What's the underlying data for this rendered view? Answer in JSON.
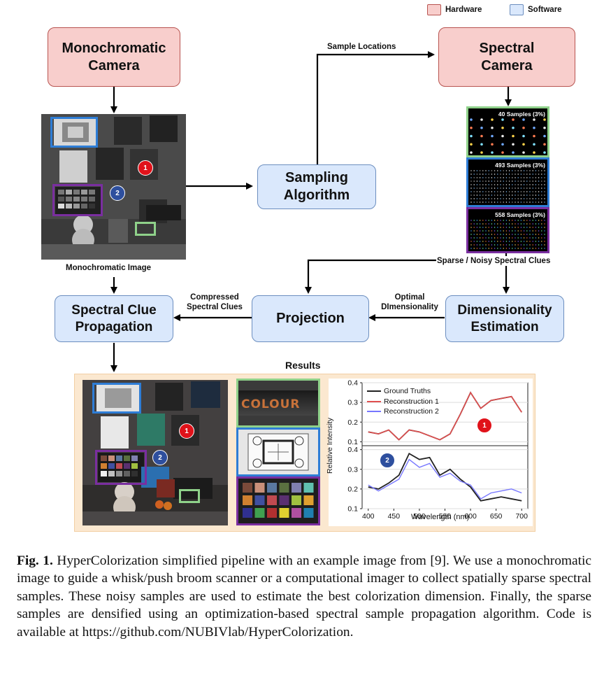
{
  "legend": {
    "hardware": "Hardware",
    "software": "Software"
  },
  "nodes": {
    "mono_camera": "Monochromatic Camera",
    "spectral_camera": "Spectral Camera",
    "sampling": "Sampling Algorithm",
    "dim_est": "Dimensionality Estimation",
    "projection": "Projection",
    "propagation": "Spectral Clue Propagation"
  },
  "edge_labels": {
    "sample_locations": "Sample Locations",
    "mono_image": "Monochromatic Image",
    "sparse_clues": "Sparse / Noisy Spectral Clues",
    "optimal_dim": "Optimal DImensionality",
    "compressed": "Compressed Spectral Clues"
  },
  "samples": [
    "40 Samples (3%)",
    "493 Samples (3%)",
    "558 Samples (3%)"
  ],
  "results_title": "Results",
  "markers": {
    "one": "1",
    "two": "2"
  },
  "zoom_text": "COLOUR",
  "chart_data": {
    "type": "line",
    "xlabel": "Wavelength (nm)",
    "ylabel": "Relative Intensity",
    "x": [
      400,
      420,
      440,
      460,
      480,
      500,
      520,
      540,
      560,
      580,
      600,
      620,
      640,
      660,
      680,
      700
    ],
    "xticks": [
      400,
      450,
      500,
      550,
      600,
      650,
      700
    ],
    "legend": [
      "Ground Truths",
      "Reconstruction 1",
      "Reconstruction 2"
    ],
    "colors": {
      "gt": "#222222",
      "r1": "#e05050",
      "r2": "#7777ff",
      "top_line": "#7a2020"
    },
    "panels": [
      {
        "name": "1",
        "ylim": [
          0.08,
          0.4
        ],
        "yticks": [
          0.1,
          0.2,
          0.3,
          0.4
        ],
        "series": [
          {
            "name": "Ground Truths",
            "values": [
              0.15,
              0.14,
              0.16,
              0.11,
              0.16,
              0.15,
              0.13,
              0.11,
              0.14,
              0.24,
              0.35,
              0.27,
              0.31,
              0.32,
              0.33,
              0.25
            ]
          },
          {
            "name": "Reconstruction 1",
            "values": [
              0.15,
              0.14,
              0.16,
              0.11,
              0.16,
              0.15,
              0.13,
              0.11,
              0.14,
              0.24,
              0.35,
              0.27,
              0.31,
              0.32,
              0.33,
              0.25
            ]
          }
        ]
      },
      {
        "name": "2",
        "ylim": [
          0.1,
          0.42
        ],
        "yticks": [
          0.1,
          0.2,
          0.3,
          0.4
        ],
        "series": [
          {
            "name": "Ground Truths",
            "values": [
              0.21,
              0.2,
              0.23,
              0.27,
              0.38,
              0.35,
              0.36,
              0.27,
              0.3,
              0.25,
              0.21,
              0.14,
              0.15,
              0.16,
              0.15,
              0.14
            ]
          },
          {
            "name": "Reconstruction 2",
            "values": [
              0.22,
              0.19,
              0.22,
              0.25,
              0.35,
              0.31,
              0.33,
              0.26,
              0.28,
              0.24,
              0.22,
              0.15,
              0.18,
              0.19,
              0.2,
              0.18
            ]
          }
        ]
      }
    ]
  },
  "caption": {
    "label": "Fig. 1.",
    "text": " HyperColorization simplified pipeline with an example image from [9]. We use a monochromatic image to guide a whisk/push broom scanner or a computational imager to collect spatially sparse spectral samples. These noisy samples are used to estimate the best colorization dimension. Finally, the sparse samples are densified using an optimization-based spectral sample propagation algorithm. Code is available at https://github.com/NUBIVlab/HyperColorization."
  }
}
